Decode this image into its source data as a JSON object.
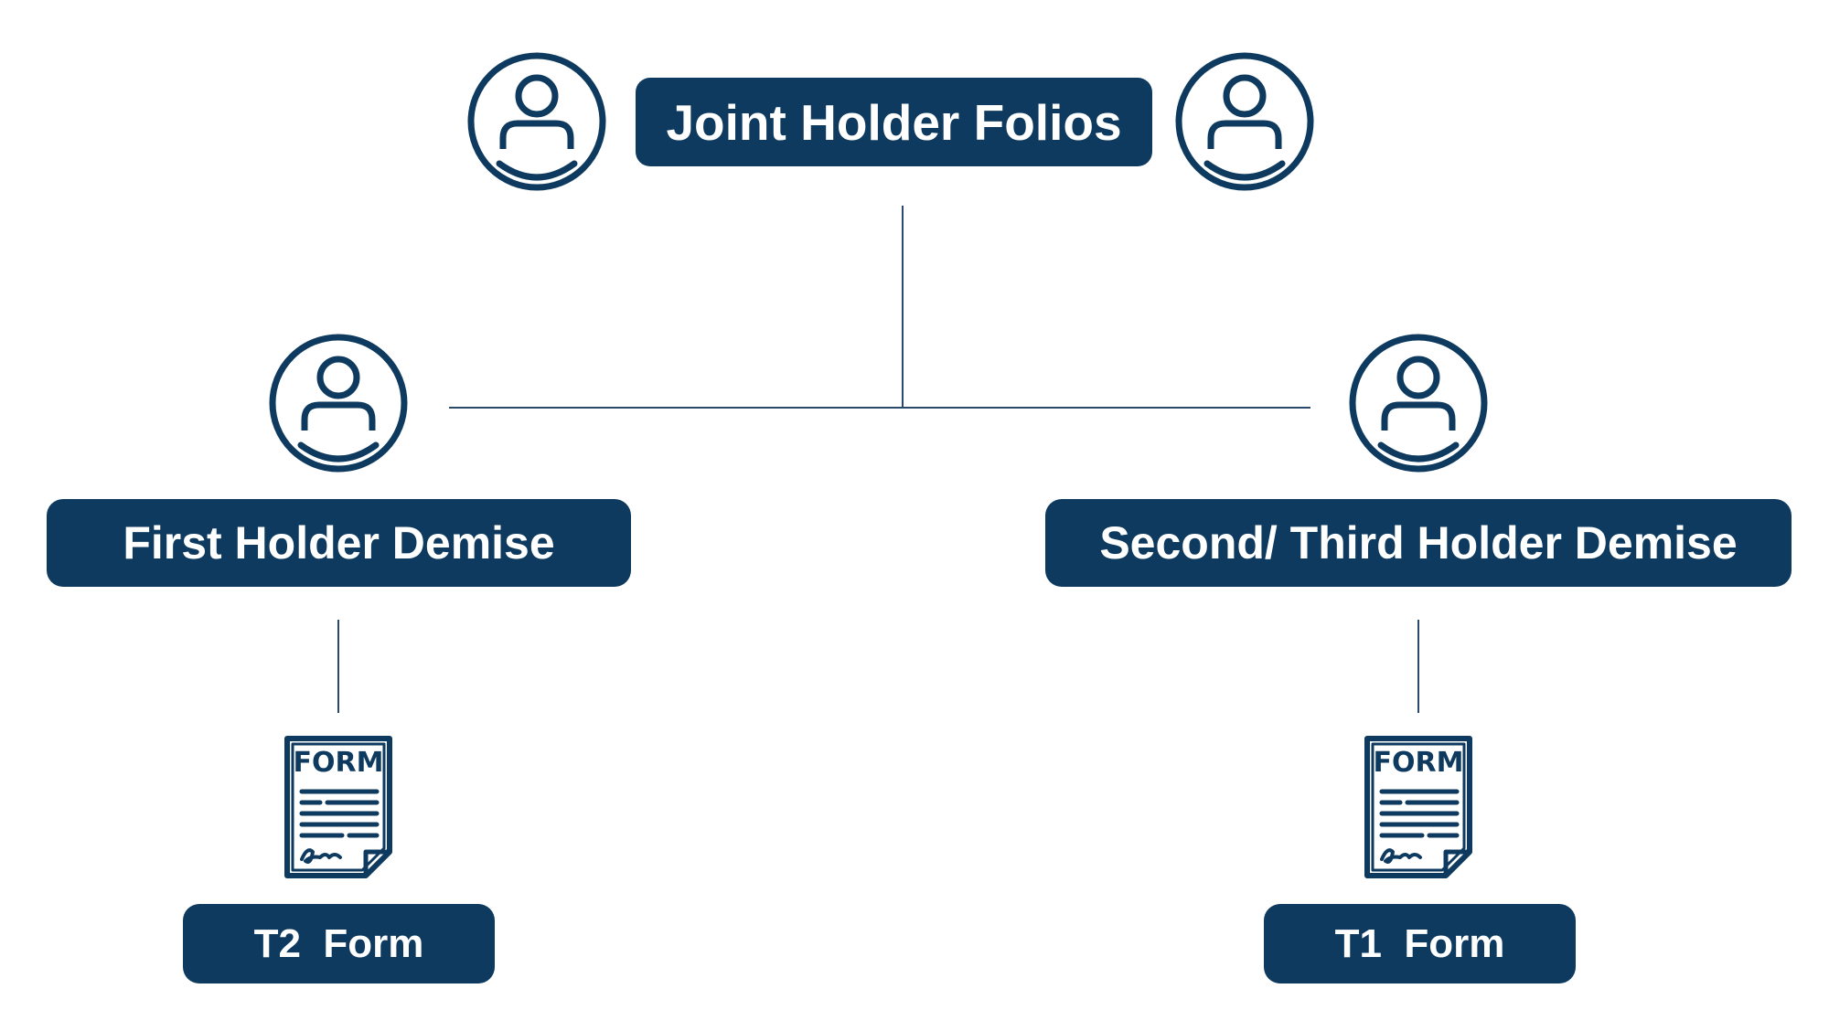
{
  "colors": {
    "primary": "#0d3a5e",
    "connector": "#2b4a6b",
    "background": "#ffffff"
  },
  "root": {
    "label": "Joint Holder Folios",
    "icons": [
      "user-icon",
      "user-icon"
    ]
  },
  "branches": [
    {
      "label": "First Holder Demise",
      "icon": "user-icon",
      "form": {
        "icon": "form-document-icon",
        "icon_text": "FORM",
        "label": "T2  Form"
      }
    },
    {
      "label": "Second/ Third Holder Demise",
      "icon": "user-icon",
      "form": {
        "icon": "form-document-icon",
        "icon_text": "FORM",
        "label": "T1  Form"
      }
    }
  ]
}
